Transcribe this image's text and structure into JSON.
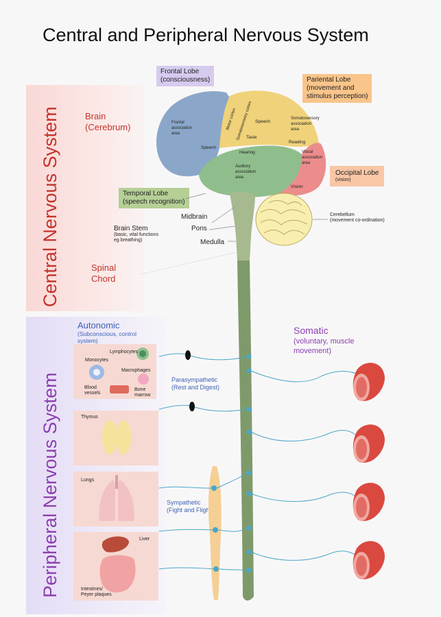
{
  "title": "Central and Peripheral Nervous System",
  "cns": {
    "label": "Central Nervous System",
    "brain": "Brain",
    "cerebrum": "(Cerebrum)",
    "brain_stem": "Brain Stem",
    "brain_stem_desc1": "(basic, vital functions",
    "brain_stem_desc2": "eg breathing)",
    "spinal1": "Spinal",
    "spinal2": "Chord",
    "midbrain": "Midbrain",
    "pons": "Pons",
    "medulla": "Medulla",
    "frontal_lobe": "Frontal Lobe",
    "frontal_desc": "(consciousness)",
    "parietal_lobe": "Pariental Lobe",
    "parietal_desc1": "(movement and",
    "parietal_desc2": "stimulus perception)",
    "temporal_lobe": "Temporal Lobe",
    "temporal_desc": "(speech recognition)",
    "occipital_lobe": "Occipital Lobe",
    "occipital_desc": "(vision)",
    "cerebellum": "Cerebellum",
    "cerebellum_desc": "(movement co-ordination)",
    "regions": {
      "frontal_assoc1": "Frontal",
      "frontal_assoc2": "association",
      "frontal_assoc3": "area",
      "motor_cortex": "Motor cortex",
      "somatosensory_cortex": "Somatosensory cortex",
      "speech_front": "Speech",
      "speech_top": "Speech",
      "taste": "Taste",
      "hearing": "Hearing",
      "somato_assoc1": "Somatosensory",
      "somato_assoc2": "association",
      "somato_assoc3": "area",
      "reading": "Reading",
      "visual_assoc1": "Visual",
      "visual_assoc2": "association",
      "visual_assoc3": "area",
      "vision": "Vision",
      "auditory1": "Auditory",
      "auditory2": "association",
      "auditory3": "area"
    }
  },
  "pns": {
    "label": "Peripheral Nervous System",
    "autonomic": "Autonomic",
    "autonomic_desc1": "(Subconscious, control",
    "autonomic_desc2": "system)",
    "somatic": "Somatic",
    "somatic_desc1": "(voluntary, muscle",
    "somatic_desc2": "movement)",
    "parasympathetic": "Parasympathetic",
    "parasympathetic_desc": "(Rest and Digest)",
    "sympathetic": "Sympathetic",
    "sympathetic_desc": "(Fight and Flight)",
    "immune": {
      "lymphocytes": "Lymphocytes",
      "monocytes": "Monocytes",
      "macrophages": "Macrophages",
      "blood_vessels1": "Blood",
      "blood_vessels2": "vessels",
      "bone_marrow1": "Bone",
      "bone_marrow2": "marrow"
    },
    "thymus": "Thymus",
    "lungs": "Lungs",
    "liver": "Liver",
    "intestines1": "Intestines/",
    "intestines2": "Peyer plaques"
  },
  "colors": {
    "frontal": "#8aa7c9",
    "parietal": "#f0d27a",
    "temporal": "#8fbe8c",
    "occipital": "#ec8c8c",
    "frontal_tag": "#d6cbef",
    "parietal_tag": "#f9c58a",
    "temporal_tag": "#b5cf95",
    "occipital_tag": "#f9c6a6",
    "spinal_cord": "#7f9a6a",
    "nerve": "#4aa6c8",
    "muscle": "#d9493f"
  }
}
